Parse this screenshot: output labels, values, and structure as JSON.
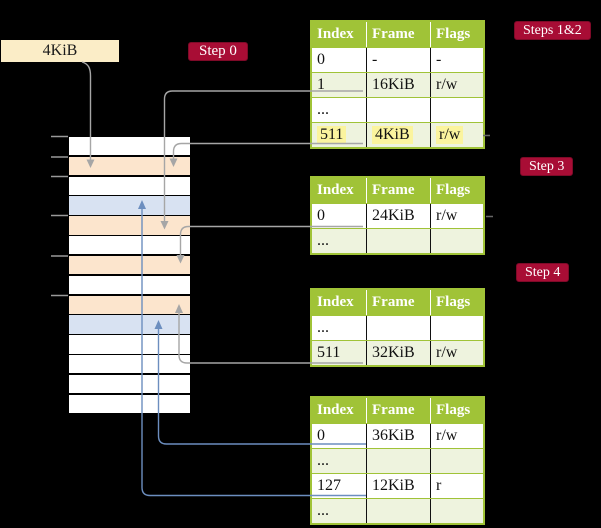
{
  "title_box": {
    "label": "4KiB"
  },
  "step_labels": {
    "step0": "Step 0",
    "steps12": "Steps 1&2",
    "step3": "Step 3",
    "step4": "Step 4"
  },
  "page_tables": [
    {
      "name": "page-table-steps-1-2",
      "headers": [
        "Index",
        "Frame",
        "Flags"
      ],
      "rows": [
        {
          "index": "0",
          "frame": "-",
          "flags": "-"
        },
        {
          "index": "1",
          "frame": "16KiB",
          "flags": "r/w"
        },
        {
          "index": "...",
          "frame": "",
          "flags": ""
        },
        {
          "index": "511",
          "frame": "4KiB",
          "flags": "r/w"
        }
      ]
    },
    {
      "name": "page-table-step-3",
      "headers": [
        "Index",
        "Frame",
        "Flags"
      ],
      "rows": [
        {
          "index": "0",
          "frame": "24KiB",
          "flags": "r/w"
        },
        {
          "index": "...",
          "frame": "",
          "flags": ""
        }
      ]
    },
    {
      "name": "page-table-step-4",
      "headers": [
        "Index",
        "Frame",
        "Flags"
      ],
      "rows": [
        {
          "index": "...",
          "frame": "",
          "flags": ""
        },
        {
          "index": "511",
          "frame": "32KiB",
          "flags": "r/w"
        }
      ]
    },
    {
      "name": "page-table-bottom",
      "headers": [
        "Index",
        "Frame",
        "Flags"
      ],
      "rows": [
        {
          "index": "0",
          "frame": "36KiB",
          "flags": "r/w"
        },
        {
          "index": "...",
          "frame": "",
          "flags": ""
        },
        {
          "index": "127",
          "frame": "12KiB",
          "flags": "r"
        },
        {
          "index": "...",
          "frame": "",
          "flags": ""
        }
      ]
    }
  ],
  "memory_strip": {
    "rows": [
      "white",
      "wheat",
      "white",
      "blue",
      "wheat",
      "white",
      "wheat",
      "white",
      "wheat",
      "blue",
      "white",
      "white",
      "white",
      "white"
    ]
  },
  "colors": {
    "crimson_label": "#A80D35",
    "table_olive": "#A0C337",
    "table_pale_green": "#EEF3DE",
    "highlight_yellow": "#FBF49E",
    "frame_box_cream": "#FBEDC7",
    "strip_wheat": "#FCE5CD",
    "strip_blue": "#D8E2F2",
    "gray_arrow": "#A6A6A6",
    "blue_arrow": "#6C8EBF"
  }
}
